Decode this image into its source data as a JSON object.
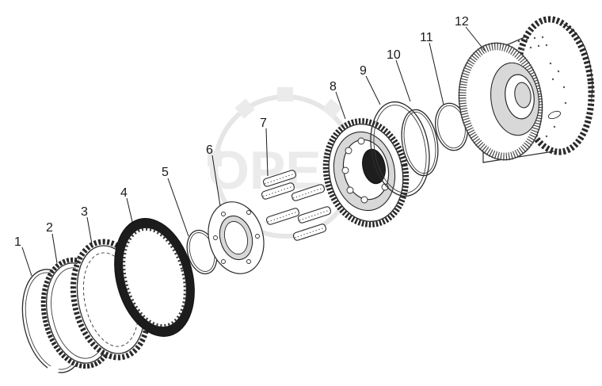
{
  "callouts": [
    "1",
    "2",
    "3",
    "4",
    "5",
    "6",
    "7",
    "8",
    "9",
    "10",
    "11",
    "12"
  ],
  "watermark": "ОРЕХ"
}
